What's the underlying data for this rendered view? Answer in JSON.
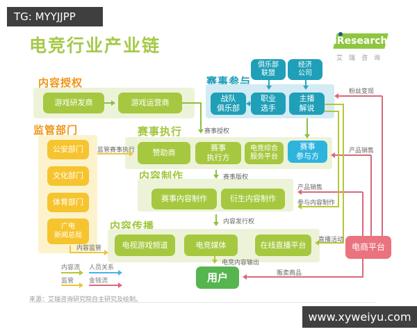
{
  "watermark_top": "TG: MYYJJPP",
  "watermark_bottom": "www.xyweiyu.com",
  "title": "电竞行业产业链",
  "logo": {
    "brand": "iResearch",
    "subtext": "艾瑞咨询"
  },
  "source": "来源：艾瑞咨询研究院自主研究及绘制。",
  "groups": {
    "content_license": {
      "header": "内容授权",
      "boxes": [
        "游戏研发商",
        "游戏运营商"
      ]
    },
    "regulators": {
      "header": "监管部门",
      "boxes": [
        "公安部门",
        "文化部门",
        "体育部门",
        "广电\n新闻总局"
      ]
    },
    "event_participation": {
      "header": "赛事参与",
      "top_boxes": [
        "俱乐部\n联盟",
        "经济\n公司"
      ],
      "boxes": [
        "战队\n俱乐部",
        "职业\n选手",
        "主播\n解说"
      ]
    },
    "event_execution": {
      "header": "赛事执行",
      "boxes": [
        "赞助商",
        "赛事\n执行方",
        "电竞综合\n服务平台",
        "赛事\n参与方"
      ]
    },
    "content_production": {
      "header": "内容制作",
      "boxes": [
        "赛事内容制作",
        "衍生内容制作"
      ]
    },
    "content_distribution": {
      "header": "内容传播",
      "boxes": [
        "电视游戏频道",
        "电竞媒体",
        "在线直播平台"
      ]
    },
    "user": "用户",
    "ecommerce": "电商平台"
  },
  "edge_labels": {
    "event_license": "赛事授权",
    "regulate_event": "监管赛事执行",
    "content_regulate": "内容监管",
    "event_copyright": "赛事版权",
    "distribution_right": "内容发行权",
    "content_output": "电竞内容输出",
    "fan_monetize": "粉丝变现",
    "product_sales_1": "产品销售",
    "product_sales_2": "产品销售",
    "join_production": "参与内容制作",
    "live_events": "直播活动",
    "sell_goods": "贩卖商品"
  },
  "legend": {
    "items": [
      {
        "label": "内容流",
        "color": "#b6c635"
      },
      {
        "label": "人员关系",
        "color": "#4ab2e3"
      },
      {
        "label": "监管",
        "color": "#eec43c"
      },
      {
        "label": "金钱流",
        "color": "#d8687a"
      }
    ]
  },
  "colors": {
    "title_green": "#a6c94a",
    "header_orange": "#f09417",
    "header_green": "#a2c63d",
    "header_teal": "#1a9cb7",
    "box_green": "#a6c840",
    "box_teal": "#1f9fb8",
    "box_cyan": "#2db4dd",
    "box_yellow": "#f6c42e",
    "box_user_green": "#56b54f",
    "box_ecommerce_pink": "#e9737f",
    "panel_green": "#edf3d8",
    "panel_yellow": "#fcf3cd",
    "panel_blue": "#d3ebf4",
    "line_red": "#d8687a",
    "line_yellow_green": "#b6c635",
    "line_yellow": "#eec43c",
    "line_blue": "#4ab2e3"
  }
}
